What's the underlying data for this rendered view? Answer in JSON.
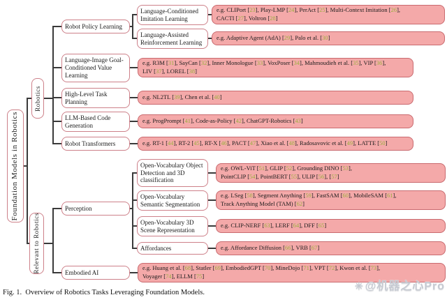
{
  "colors": {
    "pink_fill": "#f4a9a9",
    "pink_border": "#c96a6f",
    "white_box_border": "#cd8089",
    "line": "#3a3a3a",
    "cite": "#9ab23f",
    "text": "#111111",
    "watermark": "#c6cad2"
  },
  "root": {
    "label": "Foundation Models in Robotics"
  },
  "branches": [
    {
      "label": "Robotics",
      "children": [
        {
          "label": "Robot Policy Learning",
          "children": [
            {
              "label": "Language-Conditioned Imitation Learning",
              "examples": "e.g. CLIPort [23], Play-LMP [24], PerAct [25], Multi-Context Imitation [26],\nCACTI [27], Voltron [28]"
            },
            {
              "label": "Language-Assisted Reinforcement Learning",
              "examples": "e.g. Adaptive Agent (AdA) [29], Palo et al. [30]"
            }
          ]
        },
        {
          "label": "Language-Image Goal-Conditioned Value Learning",
          "examples": "e.g. R3M [31], SayCan [32], Inner Monologue [33], VoxPoser [34], Mahmoudieh et al. [35], VIP [36],\nLIV [37], LOREL [38]"
        },
        {
          "label": "High-Level Task Planning",
          "examples": "e.g. NL2TL [39], Chen et al. [40]"
        },
        {
          "label": "LLM-Based Code Generation",
          "examples": "e.g. ProgPrompt [41], Code-as-Policy [42], ChatGPT-Robotics [43]"
        },
        {
          "label": "Robot Transformers",
          "examples": "e.g. RT-1 [44], RT-2 [45], RT-X [46], PACT [47], Xiao et al. [48], Radosavovic et al. [49], LATTE [50]"
        }
      ]
    },
    {
      "label": "Relevant to Robotics",
      "children": [
        {
          "label": "Perception",
          "children": [
            {
              "label": "Open-Vocabulary Object Detection and 3D classification",
              "examples": "e.g. OWL-ViT [51], GLIP [52], Grounding DINO [53],\nPointCLIP [54], PointBERT [55], ULIP [56], [57]"
            },
            {
              "label": "Open-Vocabulary Semantic Segmentation",
              "examples": "e.g. LSeg [58], Segment Anything [59], FastSAM [60], MobileSAM [61],\nTrack Anything Model (TAM) [62]"
            },
            {
              "label": "Open-Vocabulary 3D Scene Representation",
              "examples": "e.g. CLIP-NERF [63], LERF [64], DFF [65]"
            },
            {
              "label": "Affordances",
              "examples": "e.g. Affordance Diffusion [66], VRB [67]"
            }
          ]
        },
        {
          "label": "Embodied AI",
          "examples": "e.g. Huang et al. [68], Statler [69], EmbodiedGPT [70], MineDojo [71], VPT [72], Kwon et al. [73],\nVoyager [74], ELLM [75]"
        }
      ]
    }
  ],
  "caption": "Fig. 1.  Overview of Robotics Tasks Leveraging Foundation Models.",
  "watermark": {
    "logo_icon": "machine-heart-logo-icon",
    "text": "@机器之心Pro"
  }
}
